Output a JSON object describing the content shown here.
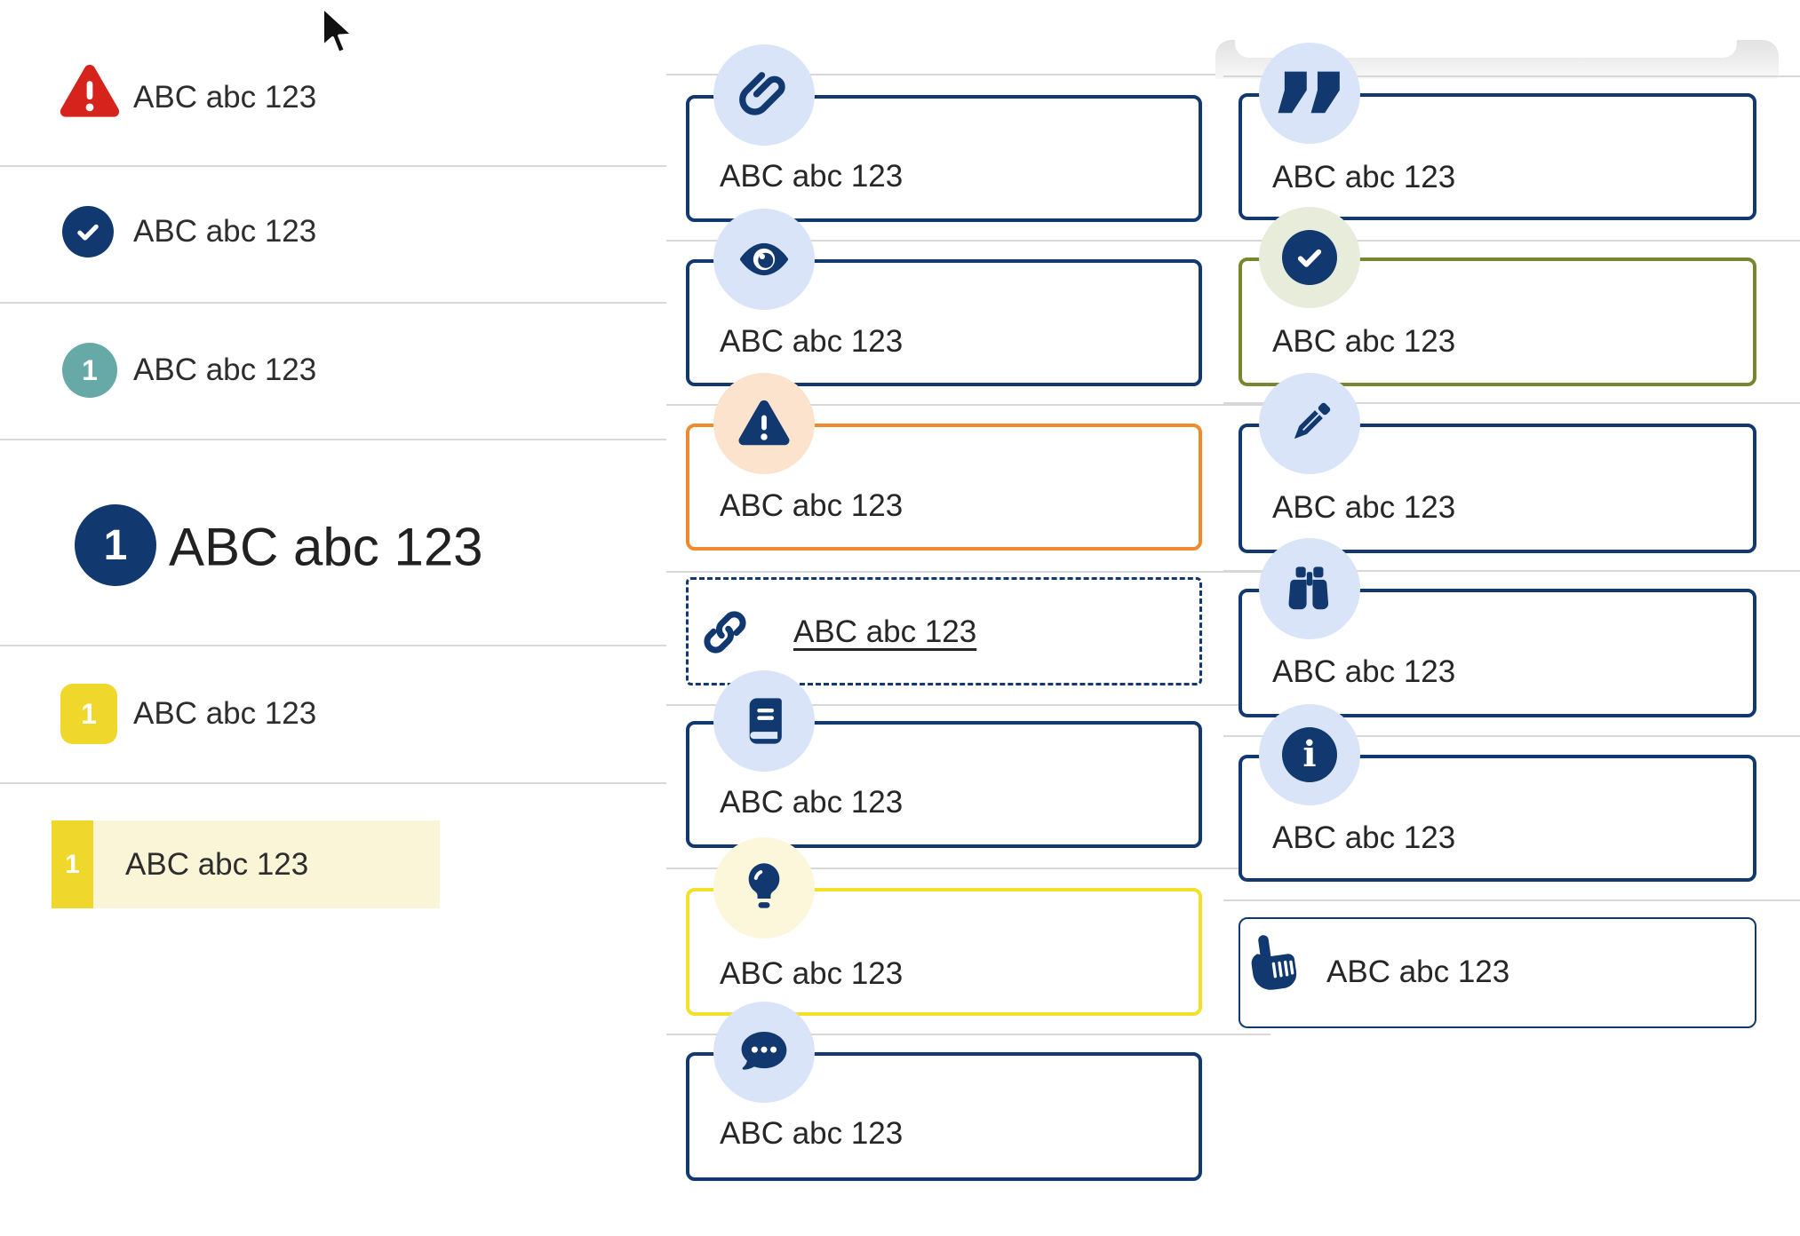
{
  "colors": {
    "navy": "#11386f",
    "light_blue_circle": "#d9e4f8",
    "red": "#d6231c",
    "teal": "#66a9a7",
    "yellow_badge": "#efd72b",
    "yellow_border": "#f3e028",
    "pale_yellow": "#fcf6da",
    "cream_highlight": "#fbf5d8",
    "orange_border": "#ee8b30",
    "pale_orange": "#fce3cd",
    "olive_border": "#78872f",
    "pale_green": "#e7ecdb",
    "divider_gray": "#d8d8d8",
    "text": "#262626"
  },
  "left_list": {
    "items": [
      {
        "icon": "warning-triangle",
        "label": "ABC abc 123"
      },
      {
        "icon": "check-circle",
        "label": "ABC abc 123"
      },
      {
        "icon": "teal-number-circle",
        "number": "1",
        "label": "ABC abc 123"
      },
      {
        "icon": "large-number-circle",
        "number": "1",
        "label": "ABC abc 123"
      },
      {
        "icon": "yellow-number-square",
        "number": "1",
        "label": "ABC abc 123"
      },
      {
        "icon": "yellow-number-tab",
        "number": "1",
        "label": "ABC abc 123",
        "highlighted": true
      }
    ]
  },
  "middle_list": {
    "items": [
      {
        "icon": "paperclip",
        "variant": "navy",
        "label": "ABC abc 123"
      },
      {
        "icon": "eye",
        "variant": "navy",
        "label": "ABC abc 123"
      },
      {
        "icon": "warning",
        "variant": "orange",
        "label": "ABC abc 123"
      },
      {
        "icon": "link",
        "variant": "dashed",
        "label": "ABC abc 123"
      },
      {
        "icon": "book",
        "variant": "navy",
        "label": "ABC abc 123"
      },
      {
        "icon": "lightbulb",
        "variant": "yellow",
        "label": "ABC abc 123"
      },
      {
        "icon": "chat",
        "variant": "navy",
        "label": "ABC abc 123"
      }
    ]
  },
  "right_list": {
    "items": [
      {
        "icon": "quote",
        "variant": "navy",
        "label": "ABC abc 123"
      },
      {
        "icon": "check",
        "variant": "olive",
        "label": "ABC abc 123"
      },
      {
        "icon": "pencil",
        "variant": "navy",
        "label": "ABC abc 123"
      },
      {
        "icon": "binoculars",
        "variant": "navy",
        "label": "ABC abc 123"
      },
      {
        "icon": "info",
        "variant": "navy",
        "label": "ABC abc 123"
      },
      {
        "icon": "hand-point",
        "variant": "thin",
        "label": "ABC abc 123"
      }
    ]
  },
  "icon_glyphs": {
    "quote": "”",
    "info": "i"
  }
}
